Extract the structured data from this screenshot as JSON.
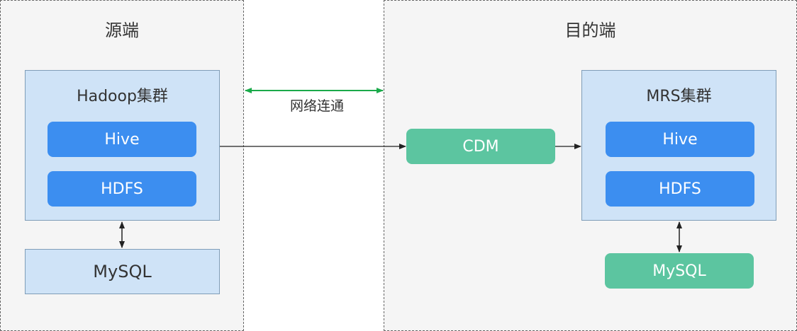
{
  "source": {
    "title": "源端",
    "cluster": {
      "title": "Hadoop集群",
      "components": [
        "Hive",
        "HDFS"
      ]
    },
    "metastore": "MySQL"
  },
  "destination": {
    "title": "目的端",
    "migrator": "CDM",
    "cluster": {
      "title": "MRS集群",
      "components": [
        "Hive",
        "HDFS"
      ]
    },
    "metastore": "MySQL"
  },
  "network_link": {
    "label": "网络连通",
    "color": "#1aaa4a"
  },
  "colors": {
    "region_bg": "#f5f5f5",
    "cluster_bg": "#cfe3f7",
    "component_blue": "#3c8ef0",
    "component_green": "#5cc5a0"
  }
}
